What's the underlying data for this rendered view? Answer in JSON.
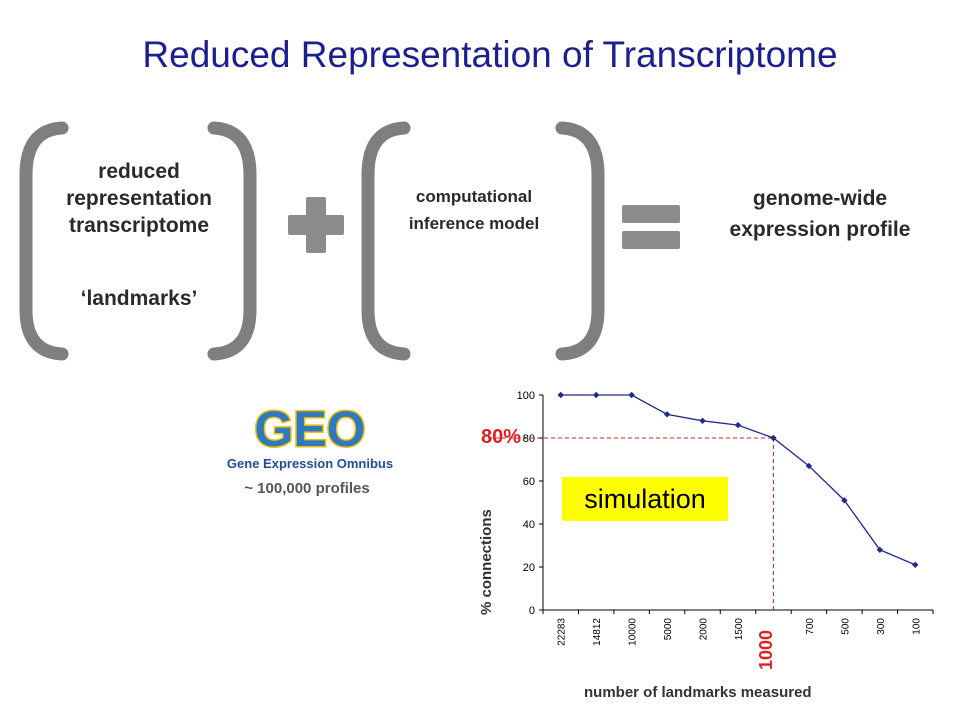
{
  "title": "Reduced Representation of Transcriptome",
  "block1": {
    "lines": [
      "reduced",
      "representation",
      "transcriptome"
    ],
    "landmarks": "‘landmarks’"
  },
  "block2": {
    "lines": [
      "computational",
      "inference model"
    ]
  },
  "result": {
    "lines": [
      "genome-wide",
      "expression profile"
    ]
  },
  "operators": {
    "plus": "plus-sign",
    "equals": "equals-sign"
  },
  "geo": {
    "logo_text": "GEO",
    "logo_subtitle": "Gene Expression Omnibus",
    "profiles": "~ 100,000 profiles"
  },
  "colors": {
    "title": "#1b1f8f",
    "bracket": "#7f7f7f",
    "highlight": "#e02020",
    "series": "#1f2a8a",
    "sim_bg": "#ffff00"
  },
  "chart_data": {
    "type": "line",
    "categories": [
      "22283",
      "14812",
      "10000",
      "5000",
      "2000",
      "1500",
      "1000",
      "700",
      "500",
      "300",
      "100"
    ],
    "category_labels": [
      "22283",
      "14812",
      "10000",
      "5000",
      "2000",
      "1500",
      "",
      "700",
      "500",
      "300",
      "100"
    ],
    "values": [
      100,
      100,
      100,
      91,
      88,
      86,
      80,
      67,
      51,
      28,
      21
    ],
    "ylim": [
      0,
      100
    ],
    "yticks": [
      0,
      20,
      40,
      60,
      80,
      100
    ],
    "ylabel": "% connections",
    "xlabel": "number of landmarks measured",
    "annotations": {
      "y_marker": "80%",
      "x_marker": "1000",
      "badge": "simulation"
    }
  }
}
